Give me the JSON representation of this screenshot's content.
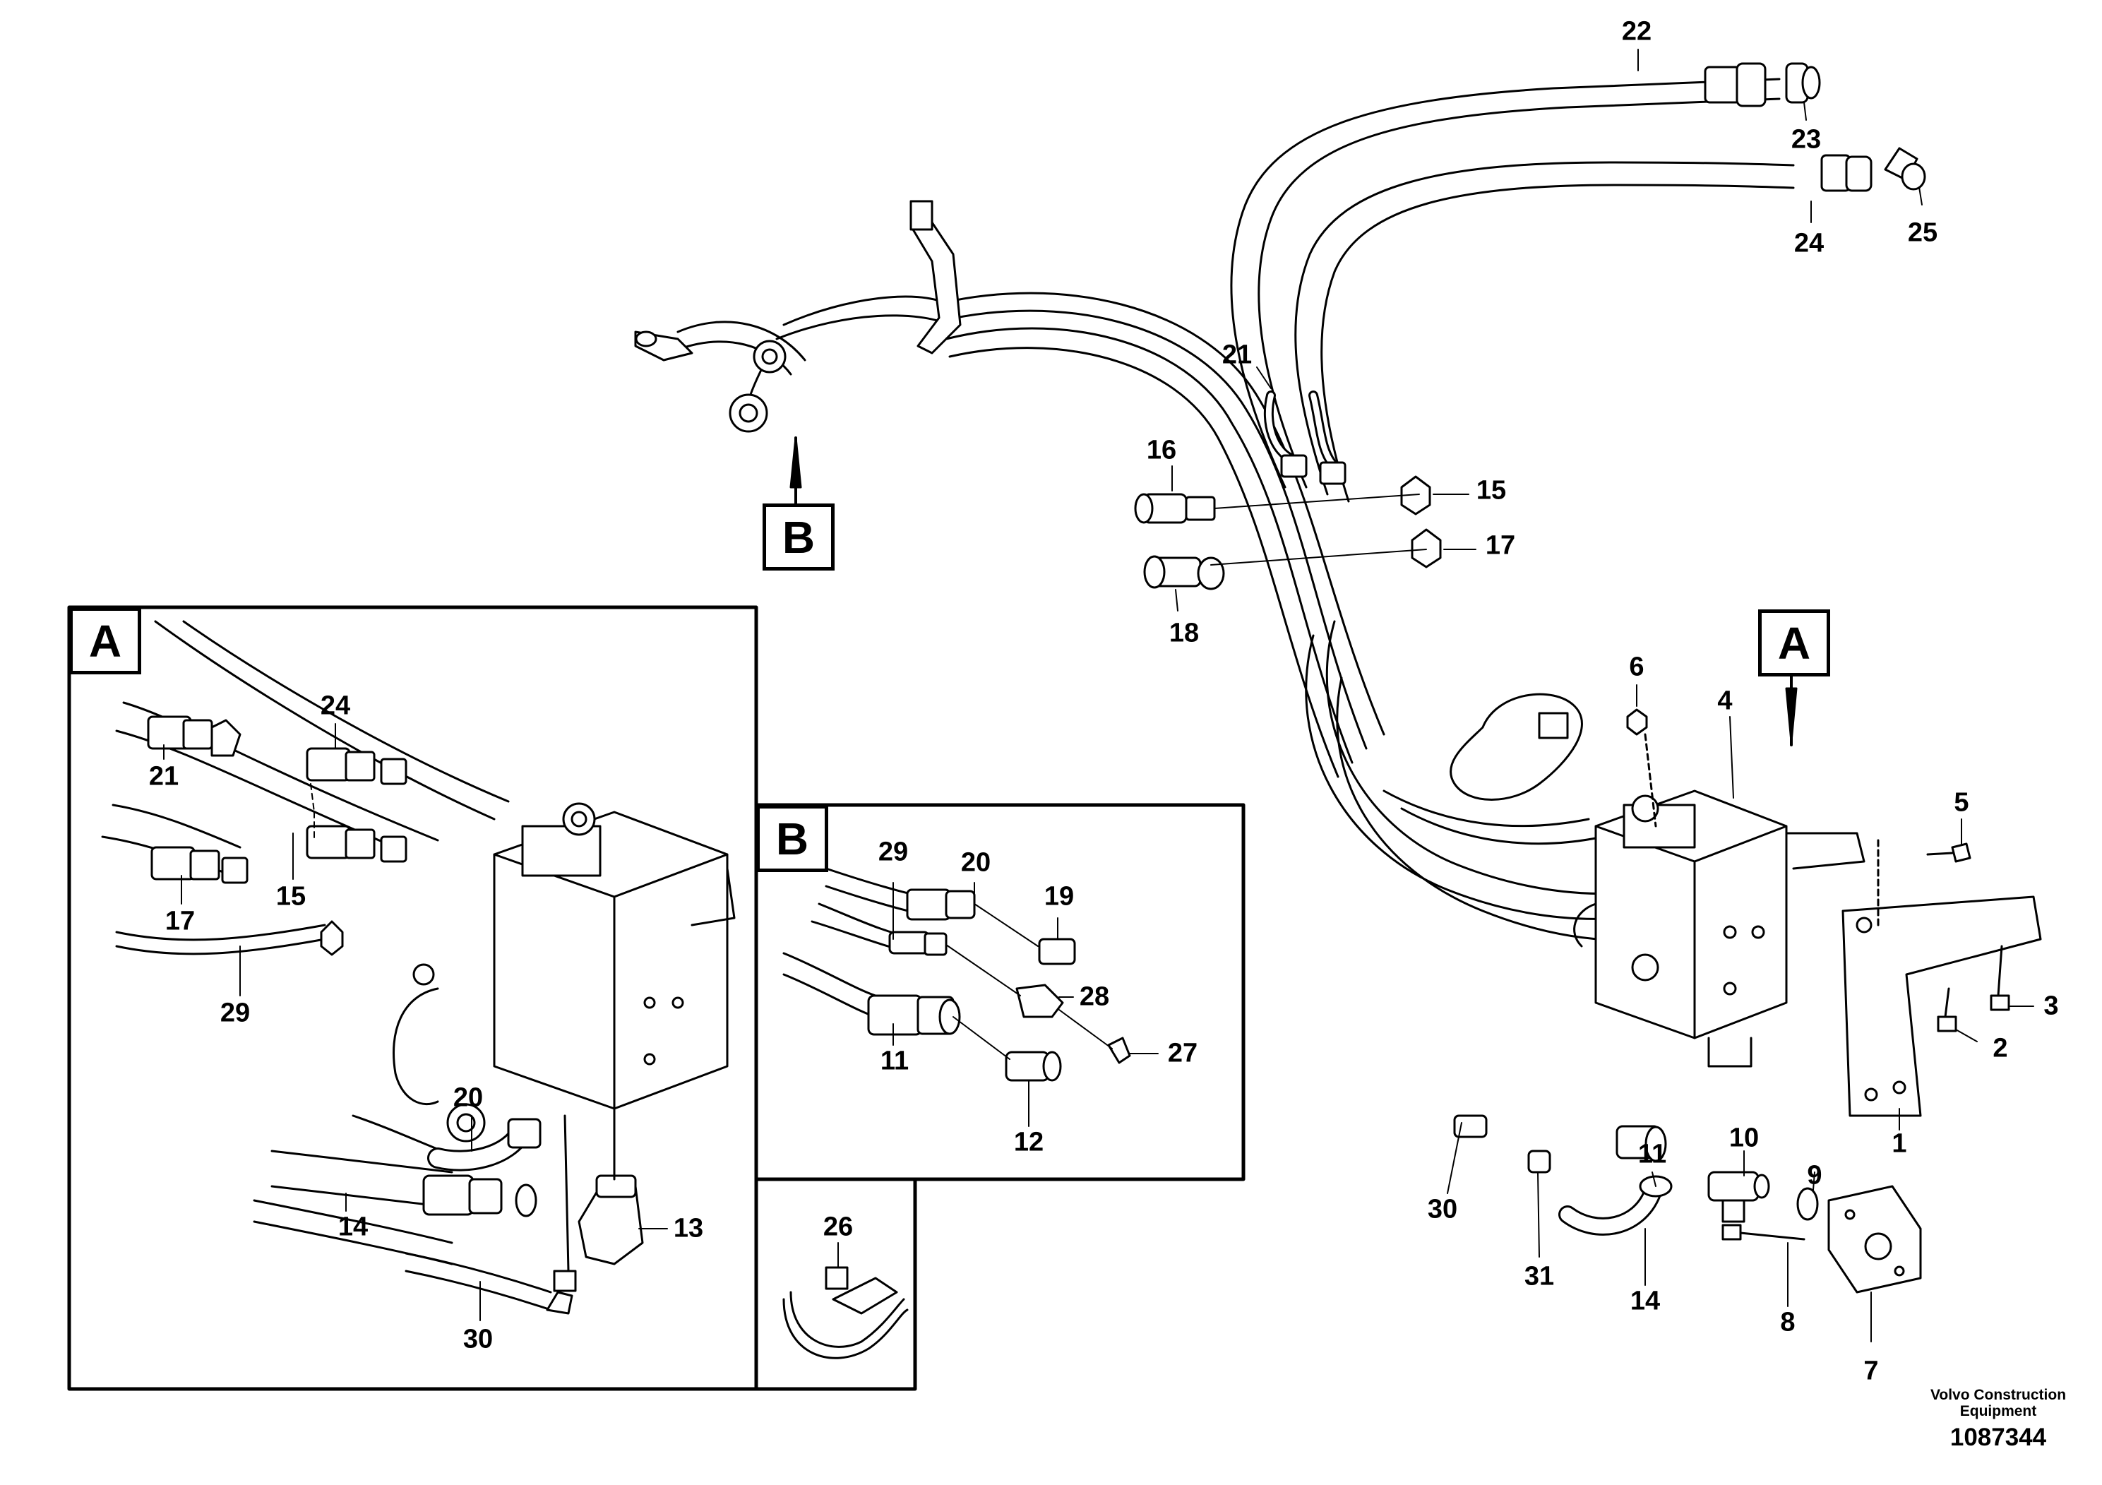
{
  "views": {
    "A": "A",
    "B": "B"
  },
  "part_labels": [
    {
      "id": "p22",
      "text": "22"
    },
    {
      "id": "p23",
      "text": "23"
    },
    {
      "id": "p24",
      "text": "24"
    },
    {
      "id": "p25",
      "text": "25"
    },
    {
      "id": "p21",
      "text": "21"
    },
    {
      "id": "p16",
      "text": "16"
    },
    {
      "id": "p15",
      "text": "15"
    },
    {
      "id": "p17",
      "text": "17"
    },
    {
      "id": "p18",
      "text": "18"
    },
    {
      "id": "p6",
      "text": "6"
    },
    {
      "id": "p4",
      "text": "4"
    },
    {
      "id": "p5",
      "text": "5"
    },
    {
      "id": "p3",
      "text": "3"
    },
    {
      "id": "p2",
      "text": "2"
    },
    {
      "id": "p1",
      "text": "1"
    },
    {
      "id": "p11",
      "text": "11"
    },
    {
      "id": "p10",
      "text": "10"
    },
    {
      "id": "p9",
      "text": "9"
    },
    {
      "id": "p30",
      "text": "30"
    },
    {
      "id": "p31",
      "text": "31"
    },
    {
      "id": "p14",
      "text": "14"
    },
    {
      "id": "p8",
      "text": "8"
    },
    {
      "id": "p7",
      "text": "7"
    },
    {
      "id": "a24",
      "text": "24"
    },
    {
      "id": "a21",
      "text": "21"
    },
    {
      "id": "a15",
      "text": "15"
    },
    {
      "id": "a17",
      "text": "17"
    },
    {
      "id": "a29",
      "text": "29"
    },
    {
      "id": "a20",
      "text": "20"
    },
    {
      "id": "a14",
      "text": "14"
    },
    {
      "id": "a13",
      "text": "13"
    },
    {
      "id": "a30",
      "text": "30"
    },
    {
      "id": "b29",
      "text": "29"
    },
    {
      "id": "b20",
      "text": "20"
    },
    {
      "id": "b19",
      "text": "19"
    },
    {
      "id": "b28",
      "text": "28"
    },
    {
      "id": "b27",
      "text": "27"
    },
    {
      "id": "b11",
      "text": "11"
    },
    {
      "id": "b12",
      "text": "12"
    },
    {
      "id": "c26",
      "text": "26"
    }
  ],
  "footer": {
    "company_line1": "Volvo Construction",
    "company_line2": "Equipment",
    "drawing_number": "1087344"
  }
}
